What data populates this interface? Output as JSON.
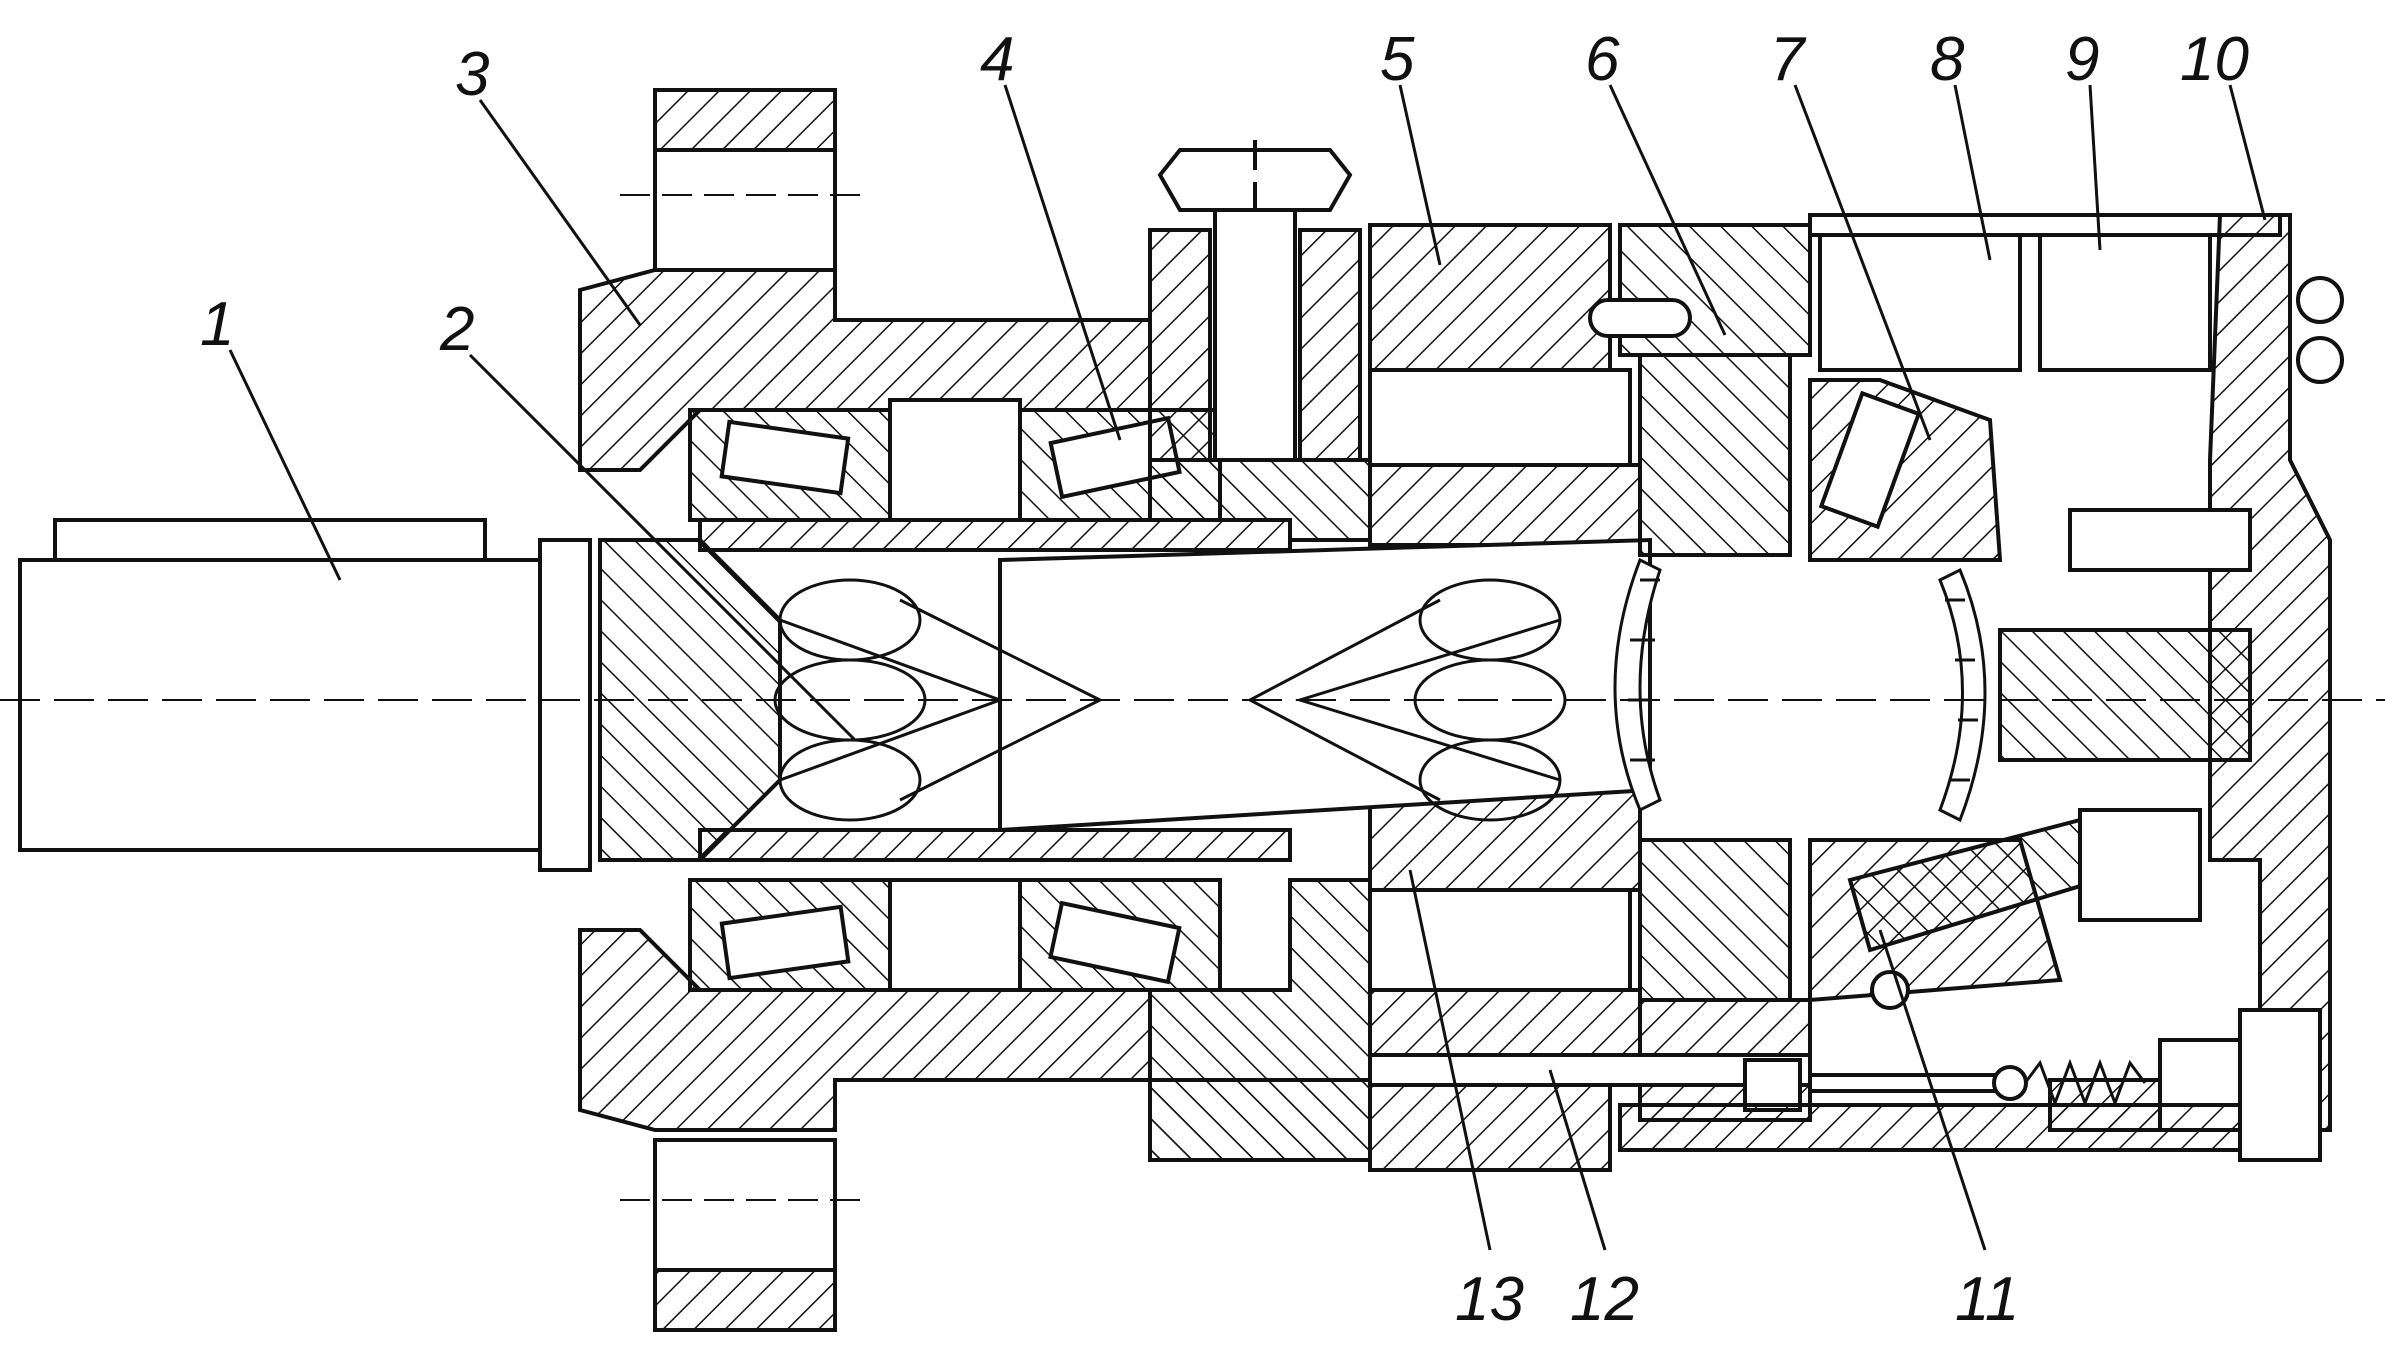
{
  "labels": {
    "l1": "1",
    "l2": "2",
    "l3": "3",
    "l4": "4",
    "l5": "5",
    "l6": "6",
    "l7": "7",
    "l8": "8",
    "l9": "9",
    "l10": "10",
    "l11": "11",
    "l12": "12",
    "l13": "13"
  },
  "colors": {
    "ink": "#111111",
    "paper": "#ffffff"
  }
}
